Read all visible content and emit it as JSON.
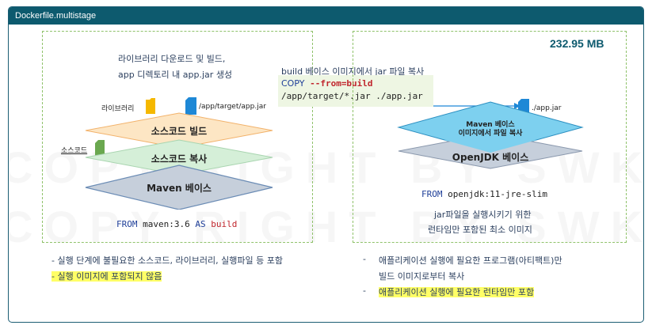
{
  "window": {
    "title": "Dockerfile.multistage"
  },
  "watermark": {
    "row1": "COPY RIGHT BY SWK",
    "row2": "COPY RIGHT BY SWK"
  },
  "builder": {
    "caption_line1": "라이브러리 다운로드 및 빌드,",
    "caption_line2": "app 디렉토리 내 app.jar 생성",
    "label_library": "라이브러리",
    "label_jar_path": "/app/target/app.jar",
    "label_source": "소스코드",
    "layer_build": "소스코드 빌드",
    "layer_copy": "소스코드 복사",
    "layer_base": "Maven 베이스",
    "from_keyword": "FROM",
    "from_image": "maven:3.6",
    "as_keyword": "AS",
    "as_name": "build"
  },
  "copy_step": {
    "caption": "build 베이스 이미지에서 jar 파일 복사",
    "keyword": "COPY",
    "flag": "--from=build",
    "args": "/app/target/*.jar ./app.jar"
  },
  "runtime": {
    "size_badge": "232.95 MB",
    "label_jar": "./app.jar",
    "layer_copy_line1": "Maven 베이스",
    "layer_copy_line2": "이미지에서 파일 복사",
    "layer_base": "OpenJDK 베이스",
    "from_keyword": "FROM",
    "from_image": "openjdk:11-jre-slim",
    "desc_line1": "jar파일을 실행시키기 위한",
    "desc_line2": "런타임만 포함된 최소 이미지"
  },
  "notes_left": {
    "line1": "- 실행 단계에 불필요한 소스코드, 라이브러리, 실행파일 등 포함",
    "line2": "- 실행 이미지에 포함되지 않음"
  },
  "notes_right": {
    "bullet1": "-",
    "line1": "애플리케이션 실행에 필요한 프로그램(아티팩트)만",
    "line1b": "빌드 이미지로부터 복사",
    "bullet2": "-",
    "line2": "애플리케이션 실행에 필요한 런타임만 포함"
  },
  "colors": {
    "titlebar": "#0d5a6e",
    "panel_border": "#8fc26a",
    "layer_orange": "#fde6c4",
    "layer_green": "#d5efd8",
    "layer_gray": "#c6cfdb",
    "layer_blue": "#7dd0ef",
    "code_bg": "#eef6e3",
    "keyword_blue": "#1f3f99",
    "keyword_red": "#c0262d",
    "highlight": "#ffff66"
  },
  "icons": [
    "folder-icon",
    "file-icon",
    "arrow-icon"
  ]
}
